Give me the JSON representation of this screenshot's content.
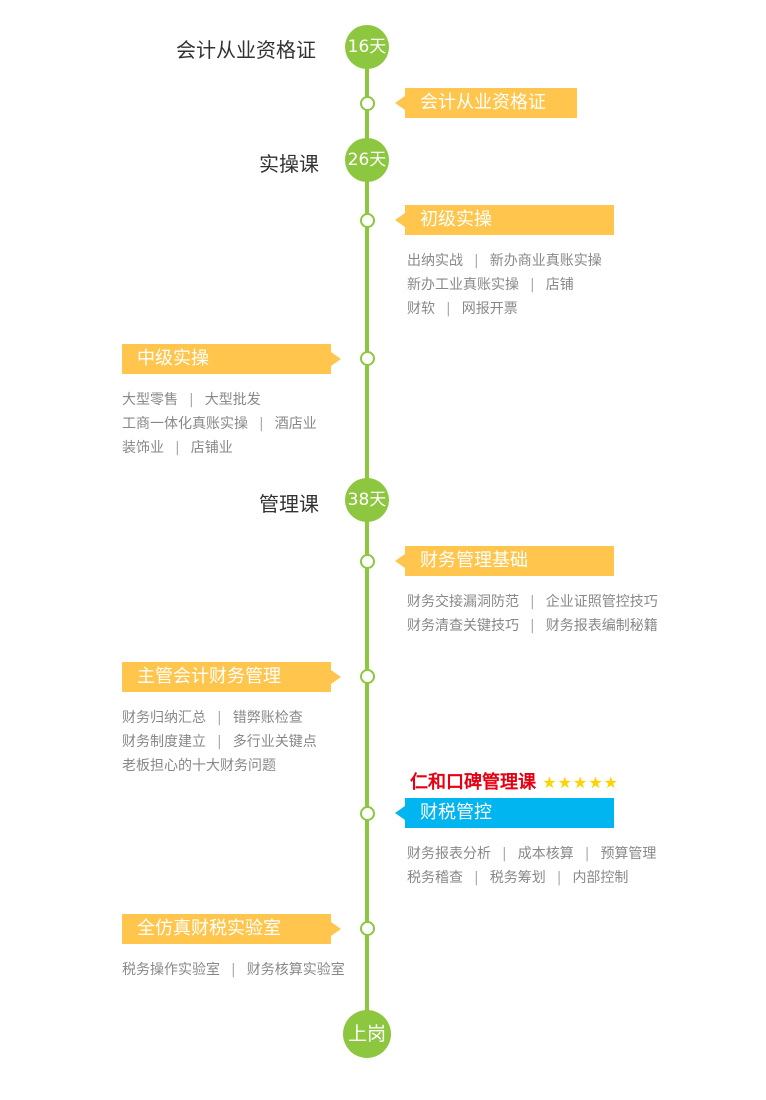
{
  "colors": {
    "green": "#8dc63f",
    "orange": "#ffc54d",
    "blue": "#00b5f0",
    "red": "#e60012",
    "star": "#ffd200"
  },
  "headings": [
    {
      "label": "会计从业资格证",
      "days": "16天"
    },
    {
      "label": "实操课",
      "days": "26天"
    },
    {
      "label": "管理课",
      "days": "38天"
    }
  ],
  "end_label": "上岗",
  "tags": [
    {
      "label": "会计从业资格证",
      "items": []
    },
    {
      "label": "初级实操",
      "items": [
        "出纳实战",
        "新办商业真账实操",
        "新办工业真账实操",
        "店铺",
        "财软",
        "网报开票"
      ]
    },
    {
      "label": "中级实操",
      "items": [
        "大型零售",
        "大型批发",
        "工商一体化真账实操",
        "酒店业",
        "装饰业",
        "店铺业"
      ]
    },
    {
      "label": "财务管理基础",
      "items": [
        "财务交接漏洞防范",
        "企业证照管控技巧",
        "财务清查关键技巧",
        "财务报表编制秘籍"
      ]
    },
    {
      "label": "主管会计财务管理",
      "items": [
        "财务归纳汇总",
        "错弊账检查",
        "财务制度建立",
        "多行业关键点",
        "老板担心的十大财务问题"
      ]
    },
    {
      "label": "财税管控",
      "items": [
        "财务报表分析",
        "成本核算",
        "预算管理",
        "税务稽查",
        "税务筹划",
        "内部控制"
      ]
    },
    {
      "label": "全仿真财税实验室",
      "items": [
        "税务操作实验室",
        "财务核算实验室"
      ]
    }
  ],
  "highlight": {
    "label": "仁和口碑管理课",
    "stars": 5,
    "star_glyphs": "★★★★★"
  }
}
